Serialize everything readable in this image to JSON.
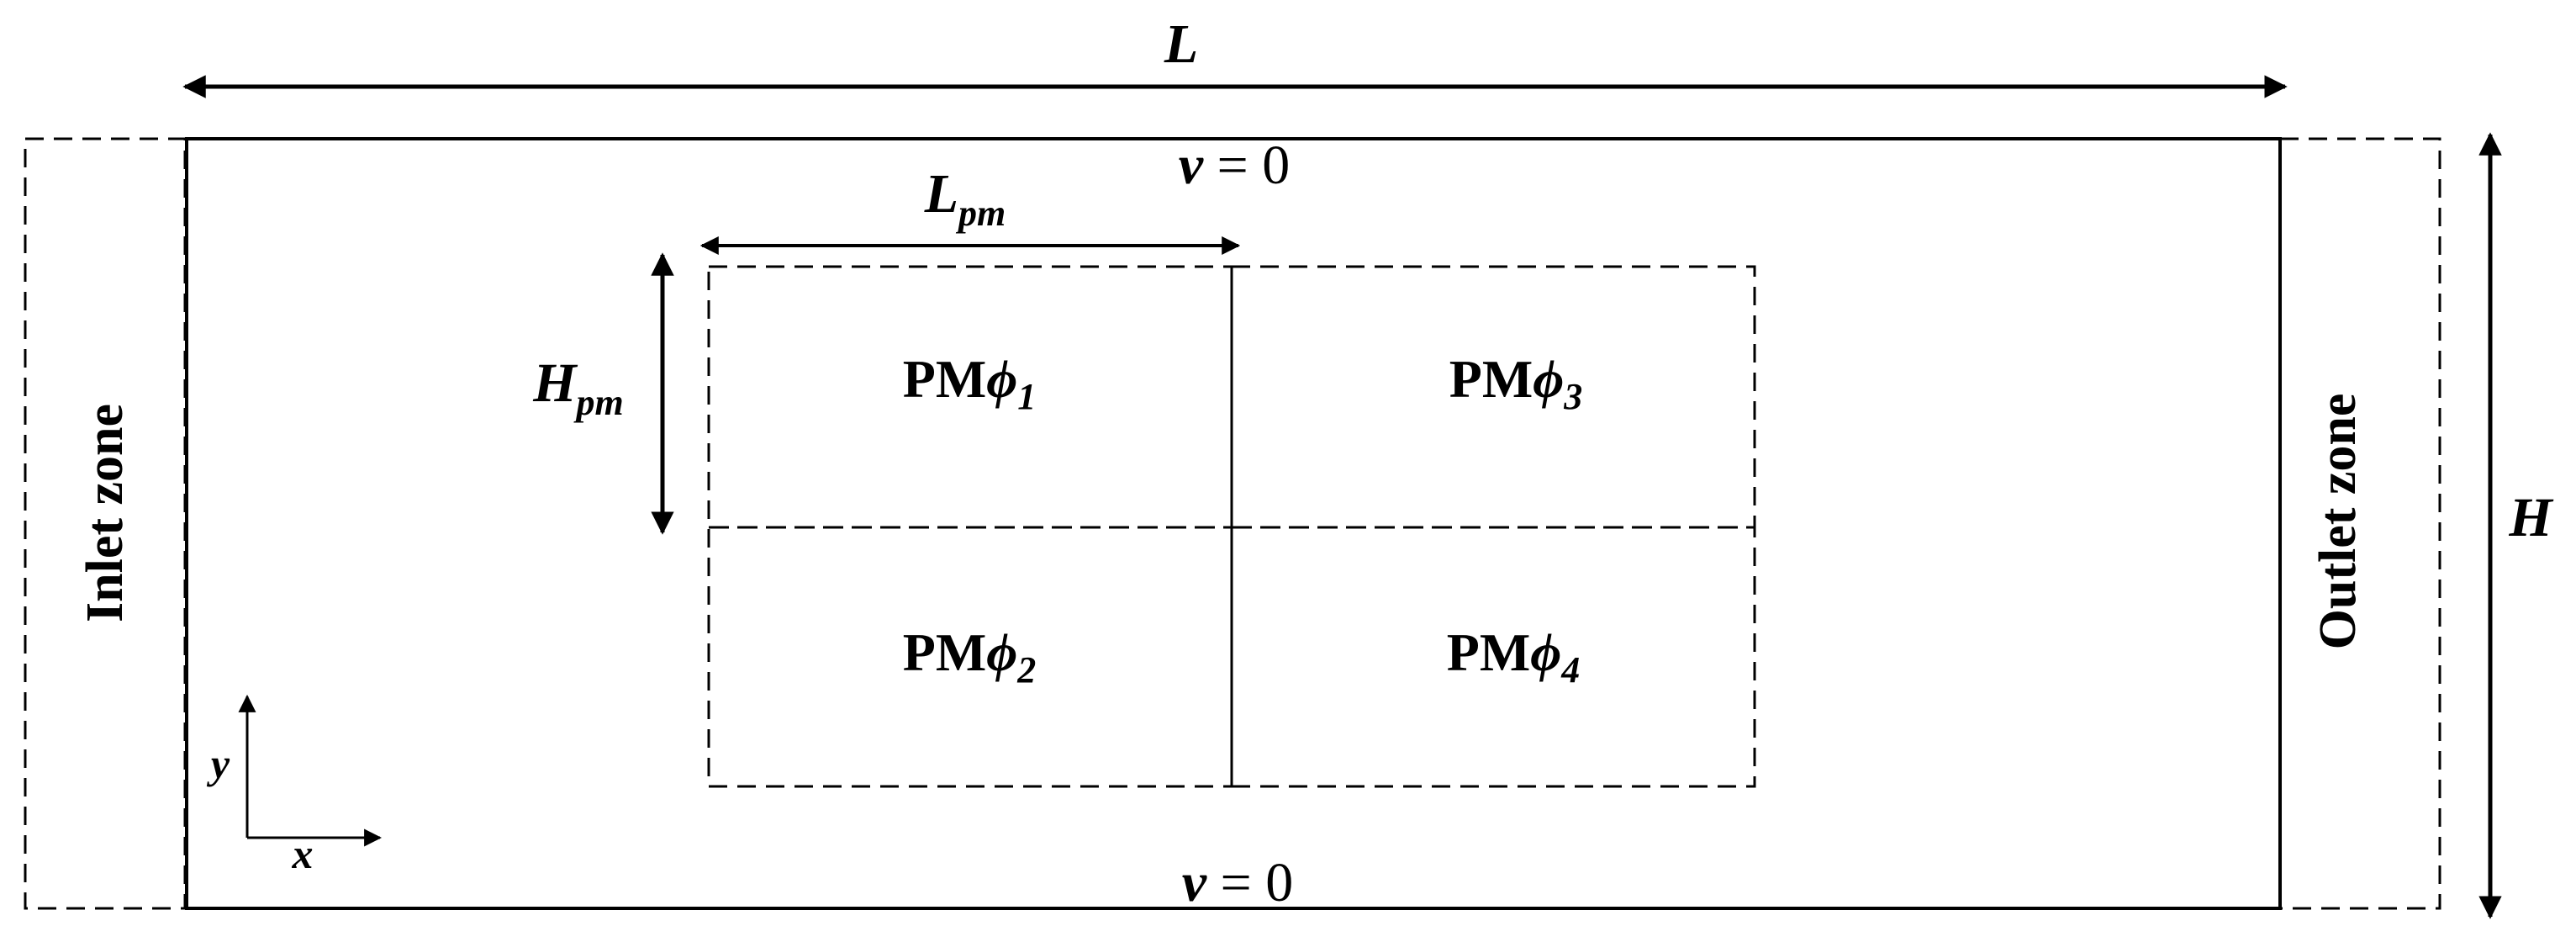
{
  "labels": {
    "length": "L",
    "height": "H",
    "top_boundary_var": "v",
    "top_boundary_rest": " = 0",
    "bottom_boundary_var": "v",
    "bottom_boundary_rest": " = 0",
    "inlet_zone": "Inlet zone",
    "outlet_zone": "Outlet zone",
    "pm_length_main": "L",
    "pm_length_sub": "pm",
    "pm_height_main": "H",
    "pm_height_sub": "pm",
    "axis_x": "x",
    "axis_y": "y"
  },
  "regions": [
    {
      "prefix": "PM",
      "symbol": "ϕ",
      "index": "1"
    },
    {
      "prefix": "PM",
      "symbol": "ϕ",
      "index": "3"
    },
    {
      "prefix": "PM",
      "symbol": "ϕ",
      "index": "2"
    },
    {
      "prefix": "PM",
      "symbol": "ϕ",
      "index": "4"
    }
  ]
}
